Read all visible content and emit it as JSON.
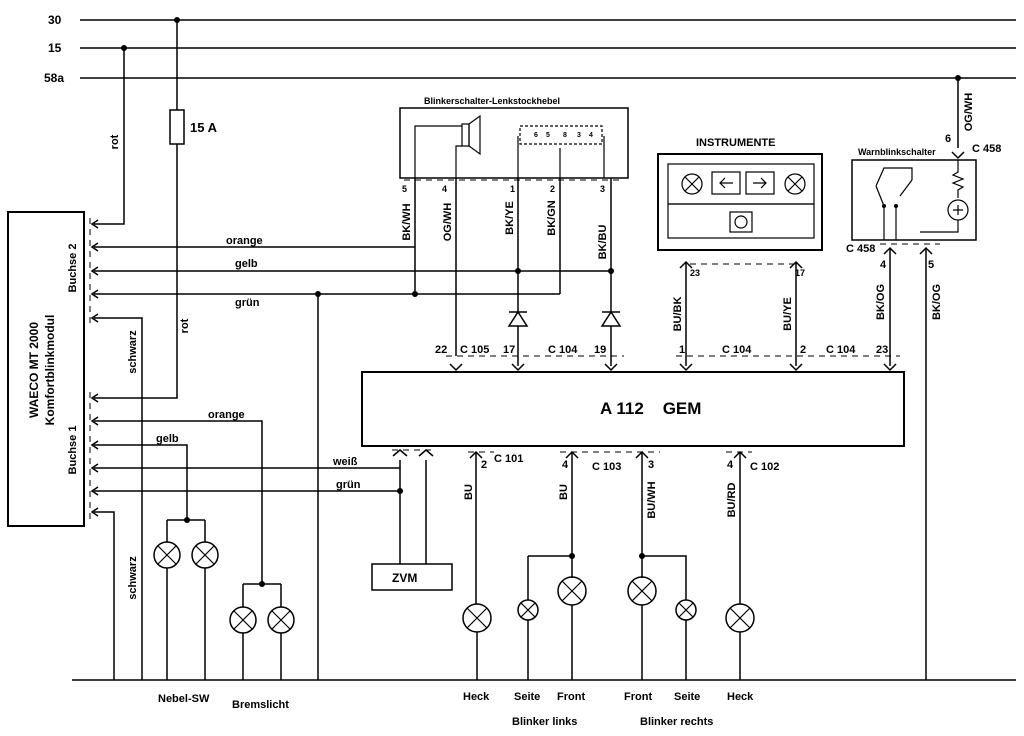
{
  "rails": {
    "r30": "30",
    "r15": "15",
    "r58a": "58a"
  },
  "fuse": "15 A",
  "module": {
    "line1": "WAECO MT 2000",
    "line2": "Komfortblinkmodul",
    "socket2": "Buchse 2",
    "socket1": "Buchse 1"
  },
  "switch": {
    "title": "Blinkerschalter-Lenkstockhebel",
    "pins": [
      "5",
      "4",
      "1",
      "2",
      "3"
    ],
    "inner_pins": [
      "6",
      "5",
      "8",
      "3",
      "4"
    ]
  },
  "instruments": {
    "title": "INSTRUMENTE"
  },
  "hazard": {
    "title": "Warnblinkschalter",
    "conn_top": "C 458",
    "conn_bottom": "C 458",
    "pin_top": "6",
    "pin_left": "4",
    "pin_right": "5"
  },
  "gem": {
    "title": "A 112    GEM"
  },
  "zvm": "ZVM",
  "wires": {
    "rot": "rot",
    "schwarz": "schwarz",
    "orange": "orange",
    "gelb": "gelb",
    "gruen": "grün",
    "weiss": "weiß",
    "bkwh": "BK/WH",
    "ogwh": "OG/WH",
    "bkye": "BK/YE",
    "bkgn": "BK/GN",
    "bkbu": "BK/BU",
    "bubk": "BU/BK",
    "buye": "BU/YE",
    "bkog": "BK/OG",
    "bu": "BU",
    "buwh": "BU/WH",
    "burd": "BU/RD"
  },
  "connectors": {
    "c105": "C 105",
    "c104": "C 104",
    "c101": "C 101",
    "c103": "C 103",
    "c102": "C 102",
    "p22": "22",
    "p17": "17",
    "p19": "19",
    "p1": "1",
    "p2": "2",
    "p23": "23",
    "p2b": "2",
    "p4": "4",
    "p3": "3",
    "p4b": "4"
  },
  "bottom": {
    "nebel": "Nebel-SW",
    "brems": "Bremslicht",
    "heck": "Heck",
    "seite": "Seite",
    "front": "Front",
    "blinker_links": "Blinker links",
    "blinker_rechts": "Blinker rechts"
  }
}
